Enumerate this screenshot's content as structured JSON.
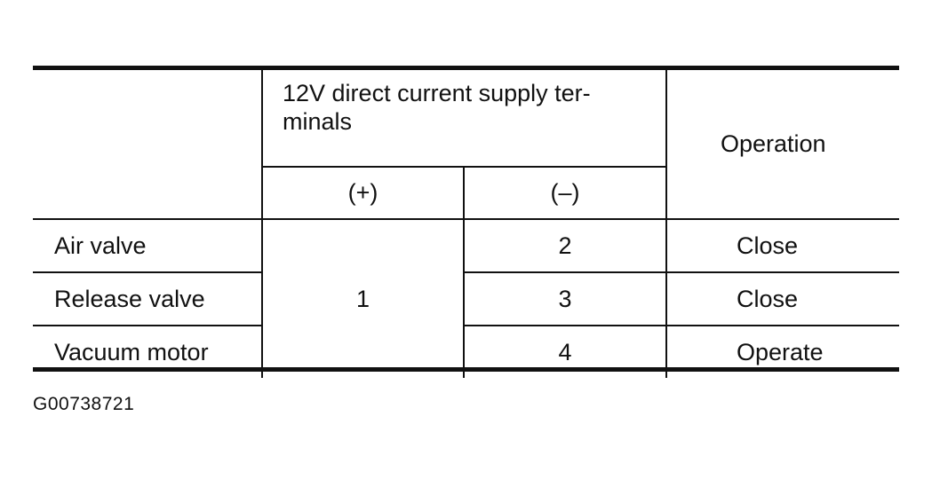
{
  "table": {
    "header": {
      "supply_label": "12V direct current supply ter-minals",
      "supply_line1": "12V direct current supply ter-",
      "supply_line2": "minals",
      "plus_label": "(+)",
      "minus_label": "(–)",
      "operation_label": "Operation"
    },
    "rows": [
      {
        "name": "Air valve",
        "minus": "2",
        "operation": "Close"
      },
      {
        "name": "Release valve",
        "minus": "3",
        "operation": "Close"
      },
      {
        "name": "Vacuum motor",
        "minus": "4",
        "operation": "Operate"
      }
    ],
    "shared_plus": "1"
  },
  "figure_id": "G00738721"
}
